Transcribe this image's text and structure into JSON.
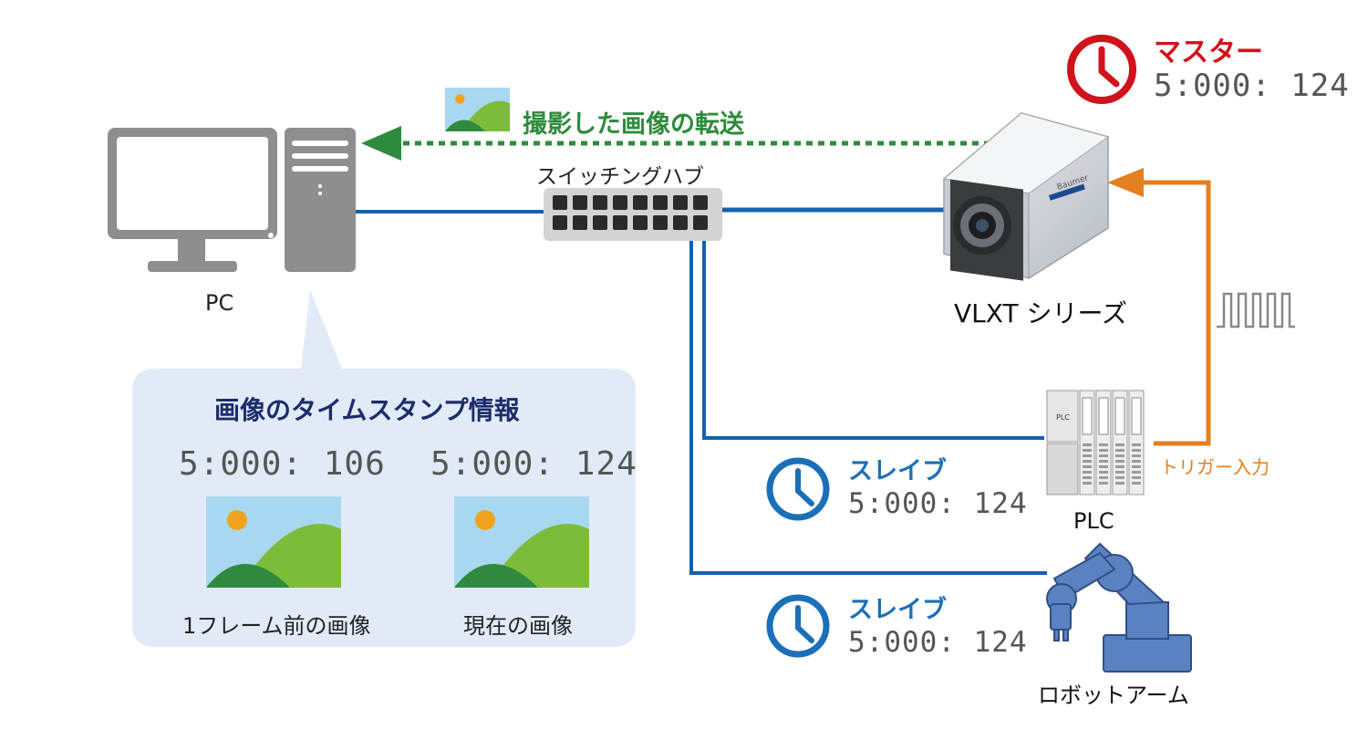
{
  "pc": {
    "label": "PC"
  },
  "hub": {
    "label": "スイッチングハブ"
  },
  "camera": {
    "label": "VLXT シリーズ",
    "brand": "Baumer"
  },
  "plc": {
    "label": "PLC",
    "module_text": "PLC"
  },
  "robot": {
    "label": "ロボットアーム"
  },
  "transfer": {
    "label": "撮影した画像の転送"
  },
  "master": {
    "title": "マスター",
    "time": "5:000: 124"
  },
  "slaves": [
    {
      "title": "スレイブ",
      "time": "5:000: 124"
    },
    {
      "title": "スレイブ",
      "time": "5:000: 124"
    }
  ],
  "trigger": {
    "label": "トリガー入力"
  },
  "timestamp_panel": {
    "title": "画像のタイムスタンプ情報",
    "images": [
      {
        "time": "5:000: 106",
        "caption": "1フレーム前の画像"
      },
      {
        "time": "5:000: 124",
        "caption": "現在の画像"
      }
    ]
  },
  "colors": {
    "network_line": "#1560b0",
    "transfer_arrow": "#2e8b3c",
    "trigger_line": "#e57f1f",
    "master": "#d0121b",
    "slave": "#1b6fb8",
    "panel_bg": "#e1ebf8",
    "icon_gray": "#8e8e8e"
  },
  "icons": {
    "pc": "desktop-computer-icon",
    "hub": "network-switch-icon",
    "camera": "industrial-camera-icon",
    "plc": "plc-rack-icon",
    "robot": "robot-arm-icon",
    "clock": "clock-icon",
    "image": "landscape-image-icon",
    "pulse": "pulse-train-icon"
  }
}
